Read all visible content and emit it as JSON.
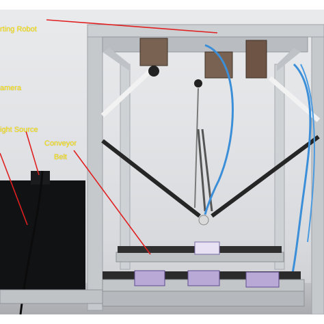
{
  "labels": {
    "sorting_robot": "rting Robot",
    "camera": "amera",
    "light_source": "ight Source",
    "conveyor_line1": "Conveyor",
    "conveyor_line2": "Belt"
  },
  "colors": {
    "label_text": "#ffe600",
    "pointer_line": "#e02020",
    "aluminum_frame": "#c7cacd",
    "delta_arm": "#2a2a2a",
    "cable_blue": "#3b8ed8",
    "conveyor_belt": "#2f2f2f",
    "product_box": "#b9a9d6"
  },
  "icons": {
    "photo": "delta-sorting-robot-photo"
  }
}
